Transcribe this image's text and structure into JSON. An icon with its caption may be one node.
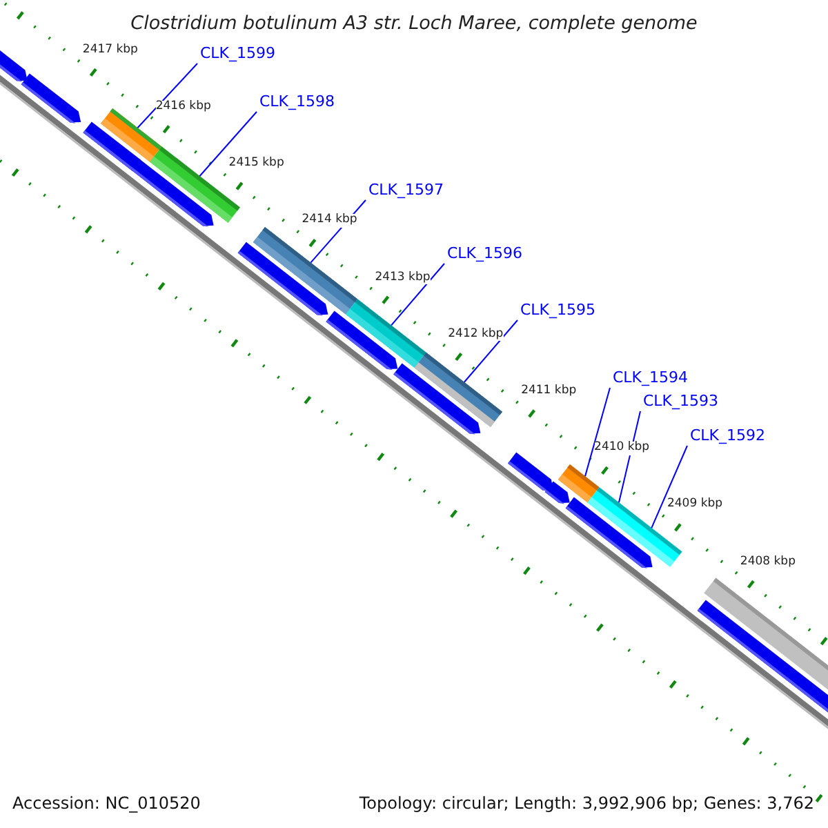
{
  "diagram": {
    "title": "Clostridium botulinum A3 str. Loch Maree, complete genome",
    "nodes": [
      {
        "text": [
          "CLK_1599"
        ]
      },
      {
        "text": [
          "CLK_1598"
        ]
      },
      {
        "text": [
          "CLK_1597"
        ]
      },
      {
        "text": [
          "CLK_1596"
        ]
      },
      {
        "text": [
          "CLK_1595"
        ]
      },
      {
        "text": [
          "CLK_1594"
        ]
      },
      {
        "text": [
          "CLK_1593"
        ]
      },
      {
        "text": [
          "CLK_1592"
        ]
      },
      {
        "text": [],
        "shape": "bar"
      },
      {
        "text": [],
        "shape": "bar"
      },
      {
        "text": [],
        "shape": "bar"
      },
      {
        "text": [],
        "shape": "bar"
      },
      {
        "text": [],
        "shape": "bar"
      },
      {
        "text": [],
        "shape": "bar"
      },
      {
        "text": [],
        "shape": "bar"
      }
    ],
    "edges": [
      {
        "from": 0,
        "to": 8,
        "arrow": "none"
      },
      {
        "from": 1,
        "to": 9,
        "arrow": "none"
      },
      {
        "from": 2,
        "to": 10,
        "arrow": "none"
      },
      {
        "from": 3,
        "to": 11,
        "arrow": "none"
      },
      {
        "from": 4,
        "to": 12,
        "arrow": "none"
      },
      {
        "from": 5,
        "to": 13,
        "arrow": "none"
      },
      {
        "from": 6,
        "to": 14,
        "arrow": "none"
      },
      {
        "from": 7,
        "to": 14,
        "arrow": "none"
      }
    ],
    "labels": [
      "2417 kbp",
      "2416 kbp",
      "2415 kbp",
      "2414 kbp",
      "2413 kbp",
      "2412 kbp",
      "2411 kbp",
      "2410 kbp",
      "2409 kbp",
      "2408 kbp",
      "Accession: NC_010520",
      "Topology: circular; Length: 3,992,906 bp; Genes: 3,762"
    ]
  }
}
